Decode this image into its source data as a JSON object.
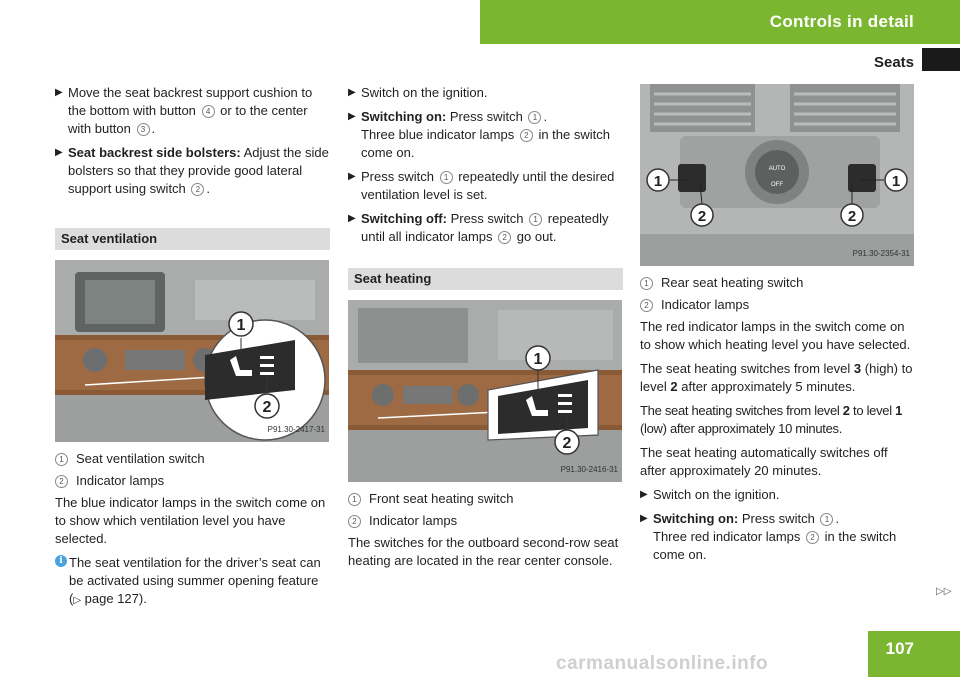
{
  "header": {
    "section": "Controls in detail",
    "subsection": "Seats"
  },
  "col1": {
    "step1_text": "Move the seat backrest support cushion to the bottom with button",
    "step1_num1": "4",
    "step1_mid": "or to the center with button",
    "step1_num2": "3",
    "step1_end": ".",
    "step2_bold": "Seat backrest side bolsters:",
    "step2_text": "Adjust the side bolsters so that they provide good lateral support using switch",
    "step2_num": "2",
    "step2_end": ".",
    "ventilation_heading": "Seat ventilation",
    "photo_code": "P91.30-2417-31",
    "cap1_num": "1",
    "cap1_text": "Seat ventilation switch",
    "cap2_num": "2",
    "cap2_text": "Indicator lamps",
    "para": "The blue indicator lamps in the switch come on to show which ventilation level you have selected.",
    "info_text": "The seat ventilation for the driver’s seat can be activated using summer opening feature (",
    "info_arrow": "▷",
    "info_page": "page 127).",
    "callout_1": "1",
    "callout_2": "2"
  },
  "col2": {
    "b1": "Switch on the ignition.",
    "b2_bold": "Switching on:",
    "b2_text": "Press switch",
    "b2_num": "1",
    "b2_end": ".",
    "b2_sub_a": "Three blue indicator lamps",
    "b2_sub_num": "2",
    "b2_sub_b": "in the switch come on.",
    "b3_a": "Press switch",
    "b3_num": "1",
    "b3_b": "repeatedly until the desired ventilation level is set.",
    "b4_bold": "Switching off:",
    "b4_a": "Press switch",
    "b4_num": "1",
    "b4_b": "repeatedly until all indicator lamps",
    "b4_num2": "2",
    "b4_c": "go out.",
    "heating_heading": "Seat heating",
    "photo_code": "P91.30-2416-31",
    "cap1_num": "1",
    "cap1_text": "Front seat heating switch",
    "cap2_num": "2",
    "cap2_text": "Indicator lamps",
    "para": "The switches for the outboard second-row seat heating are located in the rear center console.",
    "callout_1": "1",
    "callout_2": "2"
  },
  "col3": {
    "photo_code": "P91.30-2354-31",
    "callout_1": "1",
    "callout_2": "2",
    "auto_label": "AUTO",
    "off_label": "OFF",
    "cap1_num": "1",
    "cap1_text": "Rear seat heating switch",
    "cap2_num": "2",
    "cap2_text": "Indicator lamps",
    "para1": "The red indicator lamps in the switch come on to show which heating level you have selected.",
    "para2_a": "The seat heating switches from level",
    "para2_b1": "3",
    "para2_c": "(high) to level",
    "para2_b2": "2",
    "para2_d": "after approximately 5 minutes.",
    "para3_a": "The seat heating switches from level",
    "para3_b1": "2",
    "para3_c": "to level",
    "para3_b2": "1",
    "para3_d": "(low) after approximately 10 minutes.",
    "para4": "The seat heating automatically switches off after approximately 20 minutes.",
    "b1": "Switch on the ignition.",
    "b2_bold": "Switching on:",
    "b2_text": "Press switch",
    "b2_num": "1",
    "b2_end": ".",
    "b2_sub_a": "Three red indicator lamps",
    "b2_sub_num": "2",
    "b2_sub_b": "in the switch come on."
  },
  "footer": {
    "next_marker": "▷▷",
    "page_number": "107",
    "watermark": "carmanualsonline.info"
  }
}
